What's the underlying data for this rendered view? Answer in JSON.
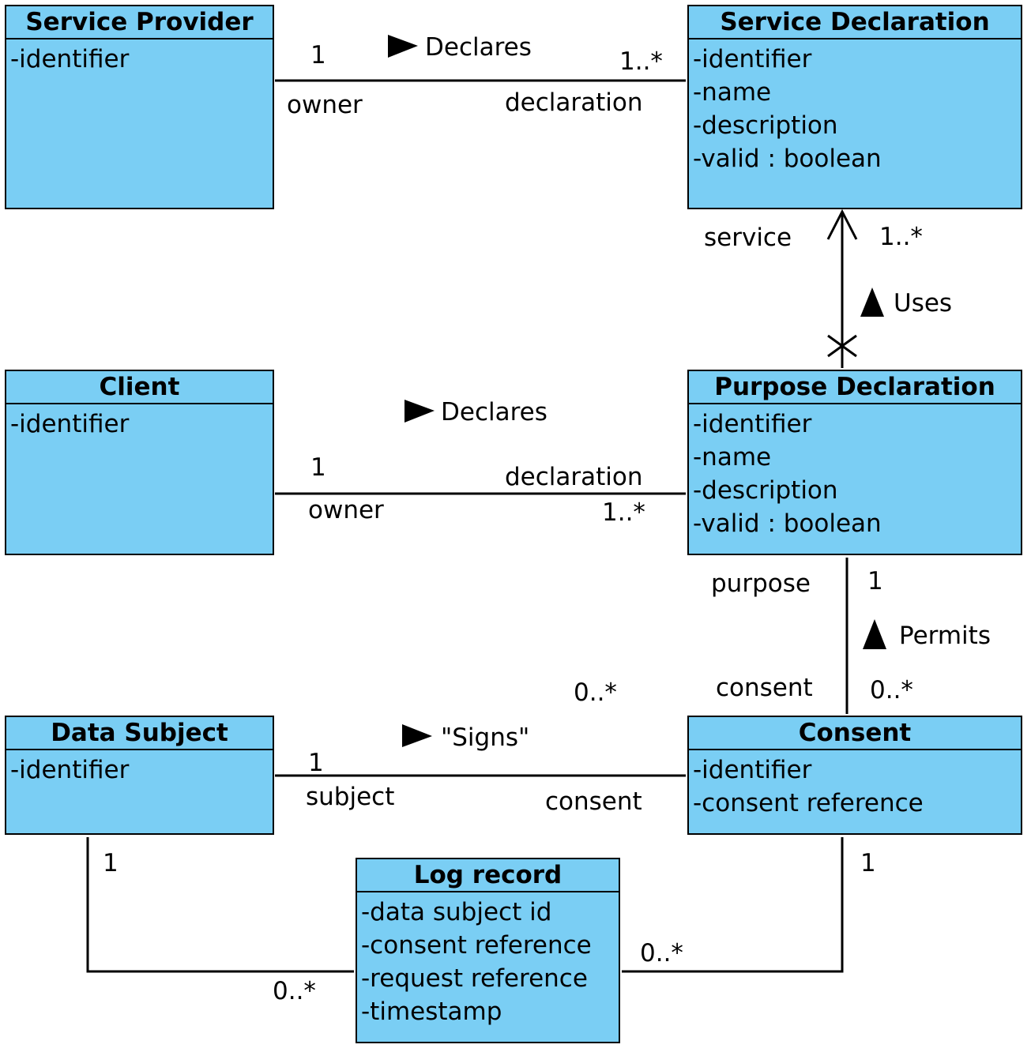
{
  "classes": {
    "service_provider": {
      "name": "Service Provider",
      "attributes": [
        "-identifier"
      ]
    },
    "service_declaration": {
      "name": "Service Declaration",
      "attributes": [
        "-identifier",
        "-name",
        "-description",
        "-valid : boolean"
      ]
    },
    "client": {
      "name": "Client",
      "attributes": [
        "-identifier"
      ]
    },
    "purpose_declaration": {
      "name": "Purpose Declaration",
      "attributes": [
        "-identifier",
        "-name",
        "-description",
        "-valid : boolean"
      ]
    },
    "data_subject": {
      "name": "Data Subject",
      "attributes": [
        "-identifier"
      ]
    },
    "consent": {
      "name": "Consent",
      "attributes": [
        "-identifier",
        "-consent reference"
      ]
    },
    "log_record": {
      "name": "Log record",
      "attributes": [
        "-data subject id",
        "-consent reference",
        "-request reference",
        "-timestamp"
      ]
    }
  },
  "associations": {
    "sp_declares": {
      "name": "Declares",
      "left_mult": "1",
      "right_mult": "1..*",
      "left_role": "owner",
      "right_role": "declaration"
    },
    "client_declares": {
      "name": "Declares",
      "left_mult": "1",
      "right_mult": "1..*",
      "left_role": "owner",
      "right_role": "declaration"
    },
    "uses": {
      "name": "Uses",
      "role": "service",
      "mult": "1..*"
    },
    "permits": {
      "name": "Permits",
      "top_role": "purpose",
      "top_mult": "1",
      "bottom_role": "consent",
      "bottom_mult": "0..*"
    },
    "signs": {
      "name": "\"Signs\"",
      "left_mult": "1",
      "left_role": "subject",
      "right_role": "consent",
      "right_mult": "0..*"
    },
    "subject_log": {
      "top_mult": "1",
      "log_mult": "0..*"
    },
    "consent_log": {
      "top_mult": "1",
      "log_mult": "0..*"
    }
  },
  "colors": {
    "class_fill": "#7acef4",
    "line": "#000000"
  }
}
